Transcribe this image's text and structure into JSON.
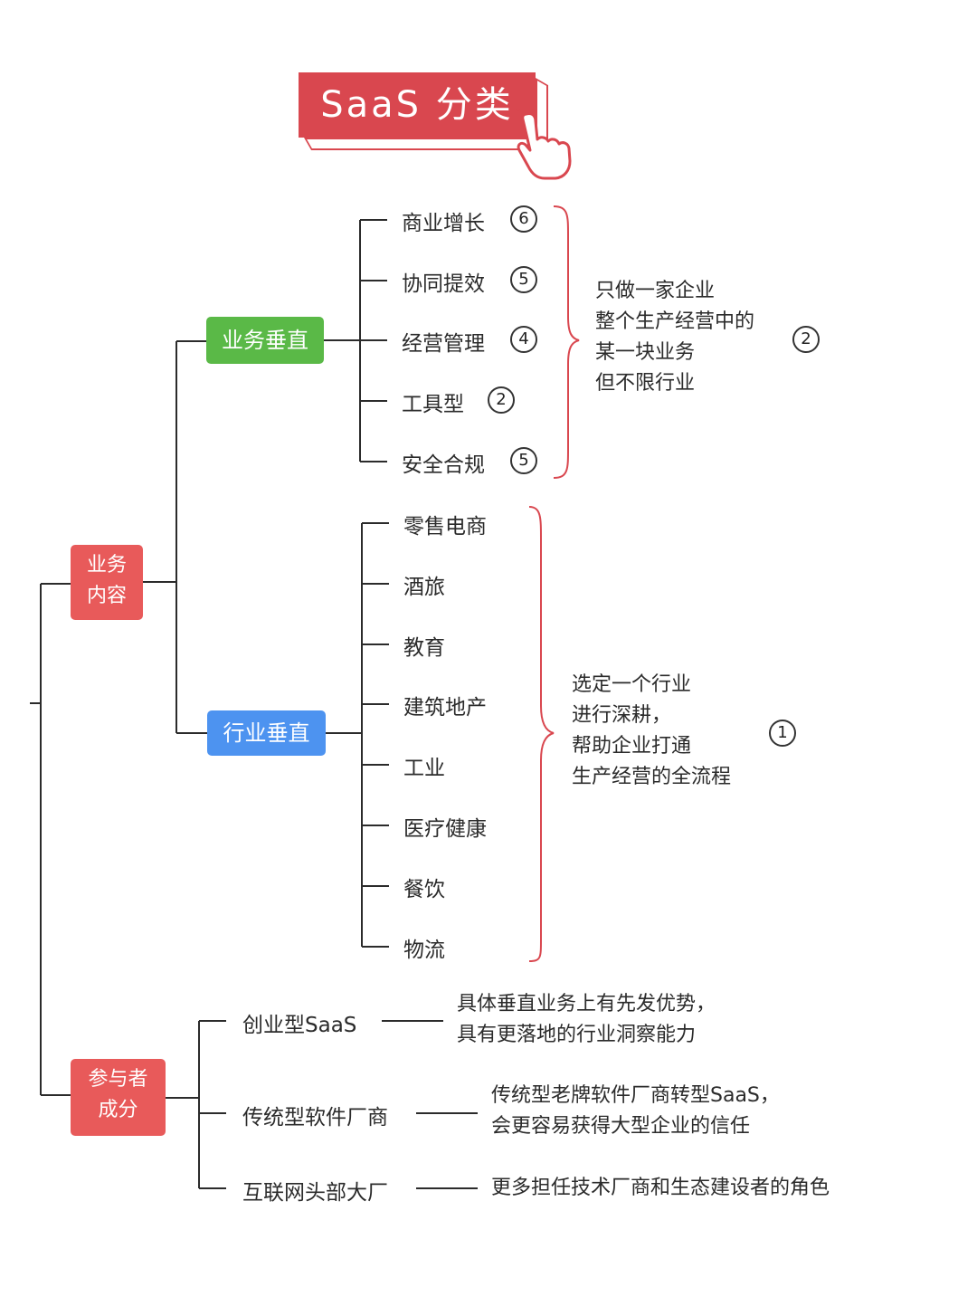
{
  "title": "SaaS 分类",
  "root": {
    "business_content": "业务\n内容",
    "participants": "参与者\n成分"
  },
  "business_vertical": {
    "label": "业务垂直",
    "items": [
      {
        "label": "商业增长",
        "count": "6"
      },
      {
        "label": "协同提效",
        "count": "5"
      },
      {
        "label": "经营管理",
        "count": "4"
      },
      {
        "label": "工具型",
        "count": "2"
      },
      {
        "label": "安全合规",
        "count": "5"
      }
    ],
    "description": "只做一家企业\n整个生产经营中的\n某一块业务\n但不限行业",
    "description_count": "2"
  },
  "industry_vertical": {
    "label": "行业垂直",
    "items": [
      "零售电商",
      "酒旅",
      "教育",
      "建筑地产",
      "工业",
      "医疗健康",
      "餐饮",
      "物流"
    ],
    "description": "选定一个行业\n进行深耕，\n帮助企业打通\n生产经营的全流程",
    "description_count": "1"
  },
  "participant_types": [
    {
      "label": "创业型SaaS",
      "description": "具体垂直业务上有先发优势，\n具有更落地的行业洞察能力"
    },
    {
      "label": "传统型软件厂商",
      "description": "传统型老牌软件厂商转型SaaS，\n会更容易获得大型企业的信任"
    },
    {
      "label": "互联网头部大厂",
      "description": "更多担任技术厂商和生态建设者的角色"
    }
  ],
  "colors": {
    "title": "#d9474f",
    "green_node": "#5ab947",
    "blue_node": "#4d93f0",
    "red_node": "#e85a5a",
    "brace": "#d9474f"
  }
}
